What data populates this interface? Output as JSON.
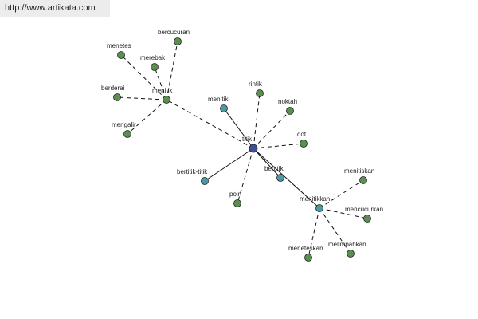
{
  "watermark": "http://www.artikata.com",
  "colors": {
    "leaf": "#5b8f50",
    "synonym": "#4a9aa6",
    "root": "#3d4f9a",
    "edge": "#111111"
  },
  "nodes": [
    {
      "id": "titik",
      "label": "titik",
      "kind": "root"
    },
    {
      "id": "menitik",
      "label": "menitik",
      "kind": "leaf"
    },
    {
      "id": "menitiki",
      "label": "menitiki",
      "kind": "synonym"
    },
    {
      "id": "bertitik-titik",
      "label": "bertitik-titik",
      "kind": "synonym"
    },
    {
      "id": "bertitik",
      "label": "bertitik",
      "kind": "synonym"
    },
    {
      "id": "menitikkan",
      "label": "menitikkan",
      "kind": "synonym"
    },
    {
      "id": "rintik",
      "label": "rintik",
      "kind": "leaf"
    },
    {
      "id": "noktah",
      "label": "noktah",
      "kind": "leaf"
    },
    {
      "id": "dot",
      "label": "dot",
      "kind": "leaf"
    },
    {
      "id": "poin",
      "label": "poin",
      "kind": "leaf"
    },
    {
      "id": "menetes",
      "label": "menetes",
      "kind": "leaf"
    },
    {
      "id": "bercucuran",
      "label": "bercucuran",
      "kind": "leaf"
    },
    {
      "id": "merebak",
      "label": "merebak",
      "kind": "leaf"
    },
    {
      "id": "berderai",
      "label": "berderai",
      "kind": "leaf"
    },
    {
      "id": "mengalir",
      "label": "mengalir",
      "kind": "leaf"
    },
    {
      "id": "menitiskan",
      "label": "menitiskan",
      "kind": "leaf"
    },
    {
      "id": "mencucurkan",
      "label": "mencucurkan",
      "kind": "leaf"
    },
    {
      "id": "melimpahkan",
      "label": "melimpahkan",
      "kind": "leaf"
    },
    {
      "id": "meneteskan",
      "label": "meneteskan",
      "kind": "leaf"
    }
  ],
  "edges": [
    {
      "from": "titik",
      "to": "menitiki",
      "style": "solid"
    },
    {
      "from": "titik",
      "to": "bertitik-titik",
      "style": "solid"
    },
    {
      "from": "titik",
      "to": "bertitik",
      "style": "solid"
    },
    {
      "from": "titik",
      "to": "menitikkan",
      "style": "solid"
    },
    {
      "from": "titik",
      "to": "menitik",
      "style": "dashed"
    },
    {
      "from": "titik",
      "to": "rintik",
      "style": "dashed"
    },
    {
      "from": "titik",
      "to": "noktah",
      "style": "dashed"
    },
    {
      "from": "titik",
      "to": "dot",
      "style": "dashed"
    },
    {
      "from": "titik",
      "to": "poin",
      "style": "dashed"
    },
    {
      "from": "menitik",
      "to": "menetes",
      "style": "dashed"
    },
    {
      "from": "menitik",
      "to": "bercucuran",
      "style": "dashed"
    },
    {
      "from": "menitik",
      "to": "merebak",
      "style": "dashed"
    },
    {
      "from": "menitik",
      "to": "berderai",
      "style": "dashed"
    },
    {
      "from": "menitik",
      "to": "mengalir",
      "style": "dashed"
    },
    {
      "from": "menitikkan",
      "to": "menitiskan",
      "style": "dashed"
    },
    {
      "from": "menitikkan",
      "to": "mencucurkan",
      "style": "dashed"
    },
    {
      "from": "menitikkan",
      "to": "melimpahkan",
      "style": "dashed"
    },
    {
      "from": "menitikkan",
      "to": "meneteskan",
      "style": "dashed"
    }
  ]
}
